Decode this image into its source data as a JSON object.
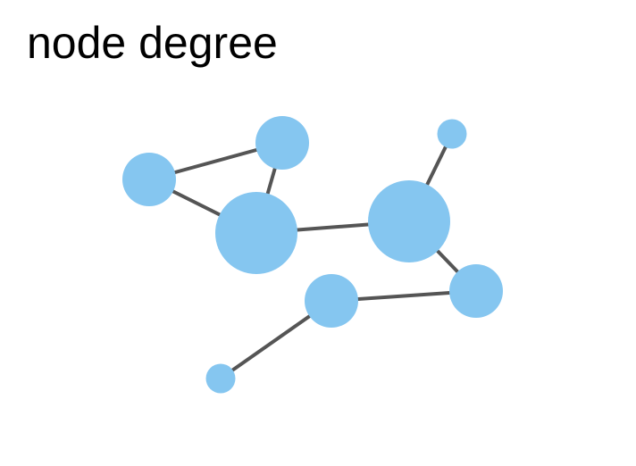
{
  "title": "node degree",
  "colors": {
    "node": "#85C6F0",
    "edge": "#555555",
    "background": "#FFFFFF",
    "text": "#000000"
  },
  "graph": {
    "nodes": [
      {
        "id": "n1",
        "degree": 2
      },
      {
        "id": "n2",
        "degree": 2
      },
      {
        "id": "n3",
        "degree": 3
      },
      {
        "id": "n4",
        "degree": 3
      },
      {
        "id": "n5",
        "degree": 1
      },
      {
        "id": "n6",
        "degree": 2
      },
      {
        "id": "n7",
        "degree": 2
      },
      {
        "id": "n8",
        "degree": 1
      }
    ],
    "edges": [
      [
        "n1",
        "n2"
      ],
      [
        "n1",
        "n3"
      ],
      [
        "n2",
        "n3"
      ],
      [
        "n3",
        "n4"
      ],
      [
        "n4",
        "n5"
      ],
      [
        "n4",
        "n6"
      ],
      [
        "n6",
        "n7"
      ],
      [
        "n7",
        "n8"
      ]
    ]
  }
}
